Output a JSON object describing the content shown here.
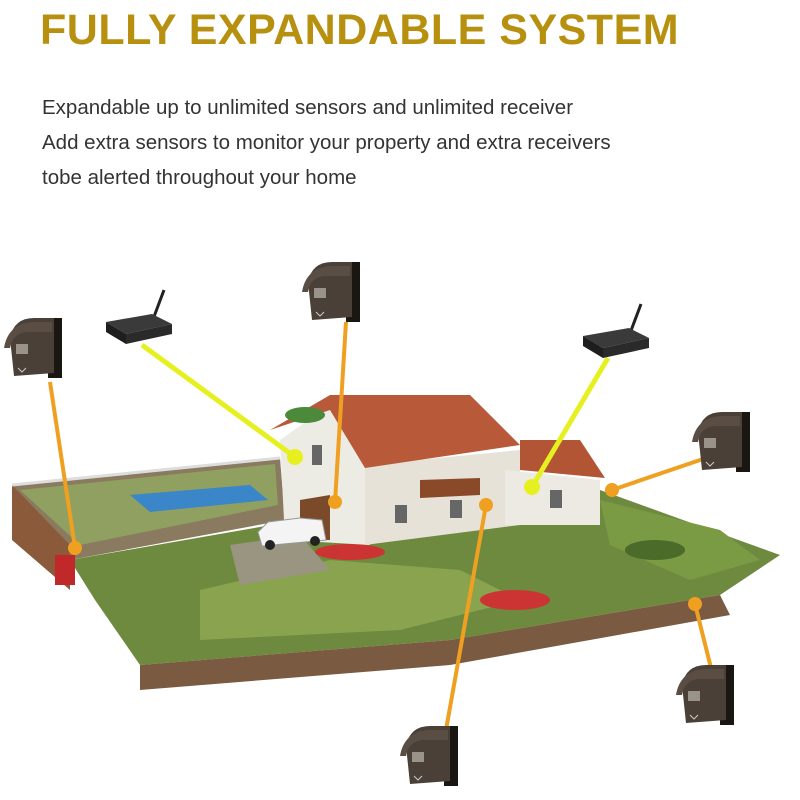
{
  "title": "FULLY EXPANDABLE SYSTEM",
  "description": [
    "Expandable up to unlimited sensors and unlimited receiver",
    "Add extra sensors to monitor your property and extra receivers",
    "tobe alerted throughout your home"
  ],
  "colors": {
    "title": "#b8900f",
    "sensor_line": "#f0a020",
    "receiver_line": "#e6f020"
  },
  "icons": [
    "motion-sensor-icon",
    "wireless-receiver-icon"
  ]
}
